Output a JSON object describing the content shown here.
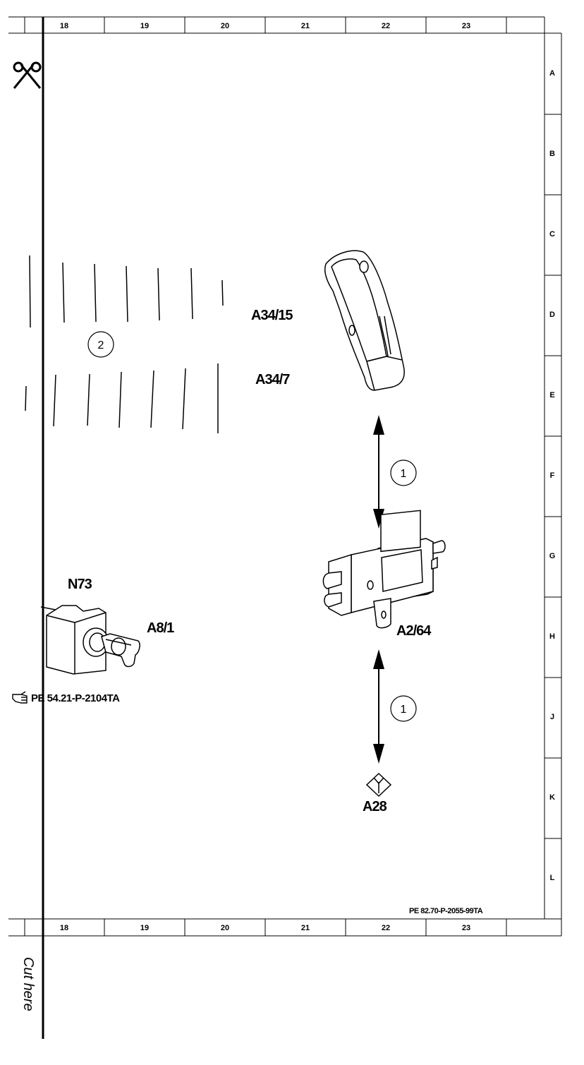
{
  "grid": {
    "columns": [
      "18",
      "19",
      "20",
      "21",
      "22",
      "23"
    ],
    "rows": [
      "A",
      "B",
      "C",
      "D",
      "E",
      "F",
      "G",
      "H",
      "J",
      "K",
      "L"
    ]
  },
  "components": {
    "a34_15": "A34/15",
    "a34_7": "A34/7",
    "n73": "N73",
    "a8_1": "A8/1",
    "a2_64": "A2/64",
    "a28": "A28"
  },
  "callouts": {
    "c1_upper": "1",
    "c1_lower": "1",
    "c2": "2"
  },
  "reference": {
    "glyph": "pointing-hand-icon",
    "text": "PE 54.21-P-2104TA"
  },
  "document_number": "PE 82.70-P-2055-99TA",
  "cut_text": "Cut here",
  "cut_icon": "scissors-icon"
}
